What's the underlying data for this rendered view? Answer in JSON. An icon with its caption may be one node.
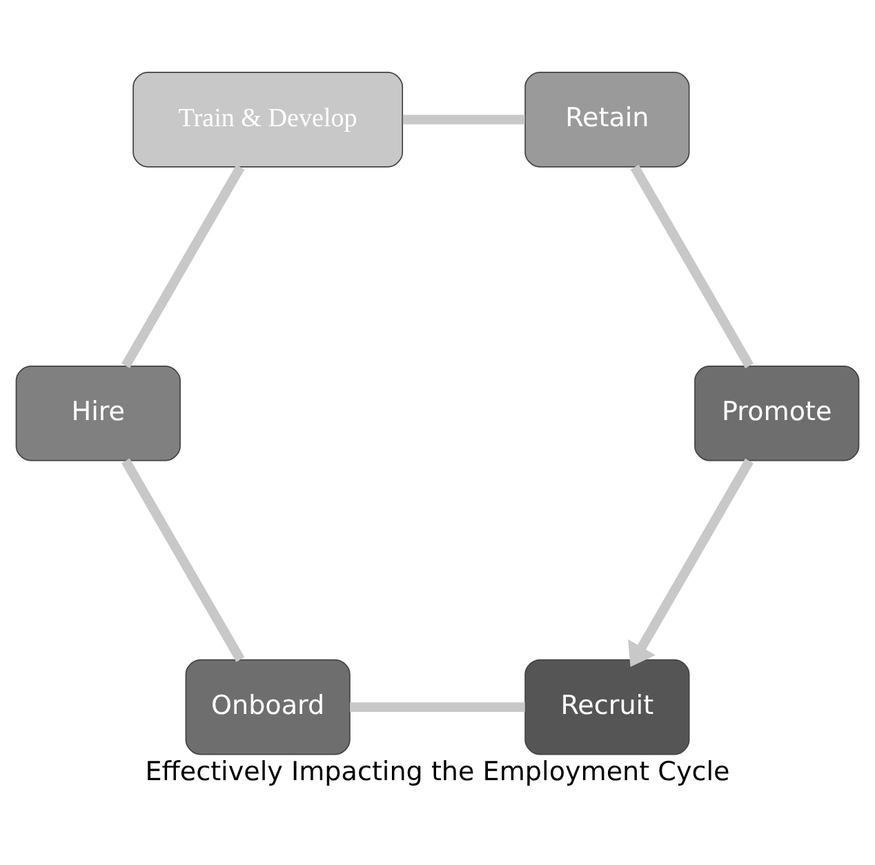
{
  "diagram": {
    "title": "Effectively Impacting the Employment Cycle",
    "nodes": [
      {
        "text": [
          "Recruit"
        ]
      },
      {
        "text": [
          "Onboard"
        ]
      },
      {
        "text": [
          "Hire"
        ]
      },
      {
        "text": [
          "Train & Develop"
        ]
      },
      {
        "text": [
          "Retain"
        ]
      },
      {
        "text": [
          "Promote"
        ]
      }
    ],
    "edges": [
      {
        "from": 0,
        "to": 1,
        "arrow": "none"
      },
      {
        "from": 1,
        "to": 2,
        "arrow": "none"
      },
      {
        "from": 2,
        "to": 3,
        "arrow": "none"
      },
      {
        "from": 3,
        "to": 4,
        "arrow": "none"
      },
      {
        "from": 4,
        "to": 5,
        "arrow": "none"
      },
      {
        "from": 5,
        "to": 0,
        "arrow": "to"
      }
    ]
  }
}
